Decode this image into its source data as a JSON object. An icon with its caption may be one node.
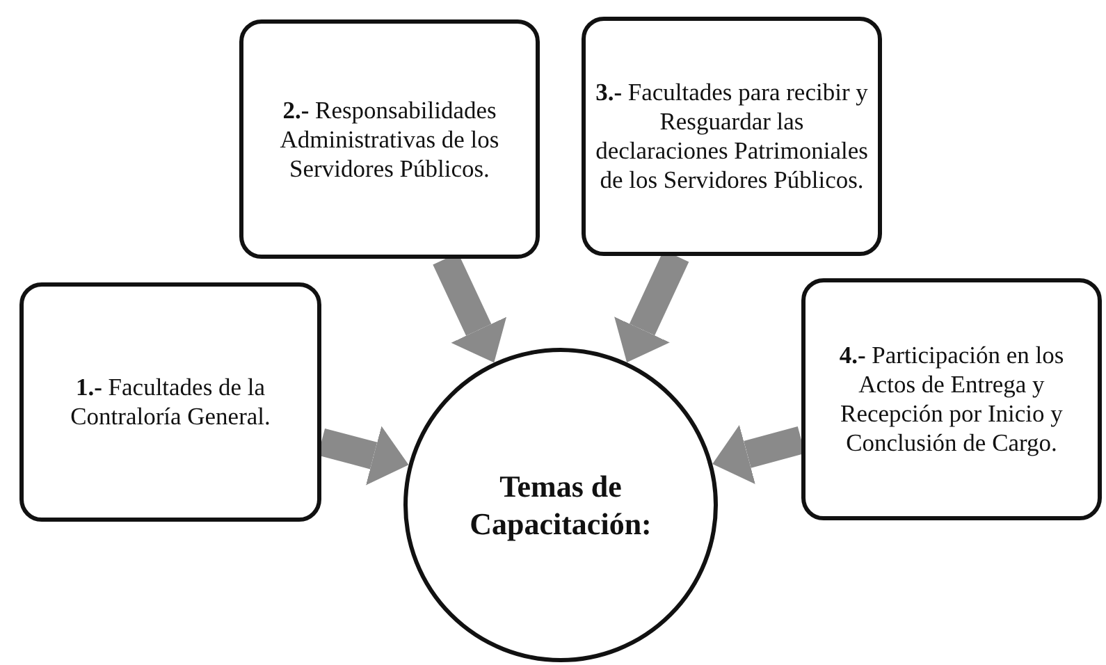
{
  "diagram": {
    "nodes": [
      {
        "text": [
          "**2.-** Responsabilidades Administrativas de los Servidores Públicos."
        ]
      },
      {
        "text": [
          "**3.-** Facultades para recibir y Resguardar las declaraciones Patrimoniales de los Servidores Públicos."
        ]
      },
      {
        "text": [
          "**1.-** Facultades de la Contraloría General."
        ]
      },
      {
        "text": [
          "**4.-** Participación en los Actos de Entrega y Recepción por Inicio y Conclusión de Cargo."
        ]
      },
      {
        "text": [
          "Temas de Capacitación:"
        ]
      }
    ],
    "edges": [
      {
        "from": 0,
        "to": 4,
        "arrow": "to"
      },
      {
        "from": 1,
        "to": 4,
        "arrow": "to"
      },
      {
        "from": 2,
        "to": 4,
        "arrow": "to"
      },
      {
        "from": 3,
        "to": 4,
        "arrow": "to"
      }
    ]
  }
}
